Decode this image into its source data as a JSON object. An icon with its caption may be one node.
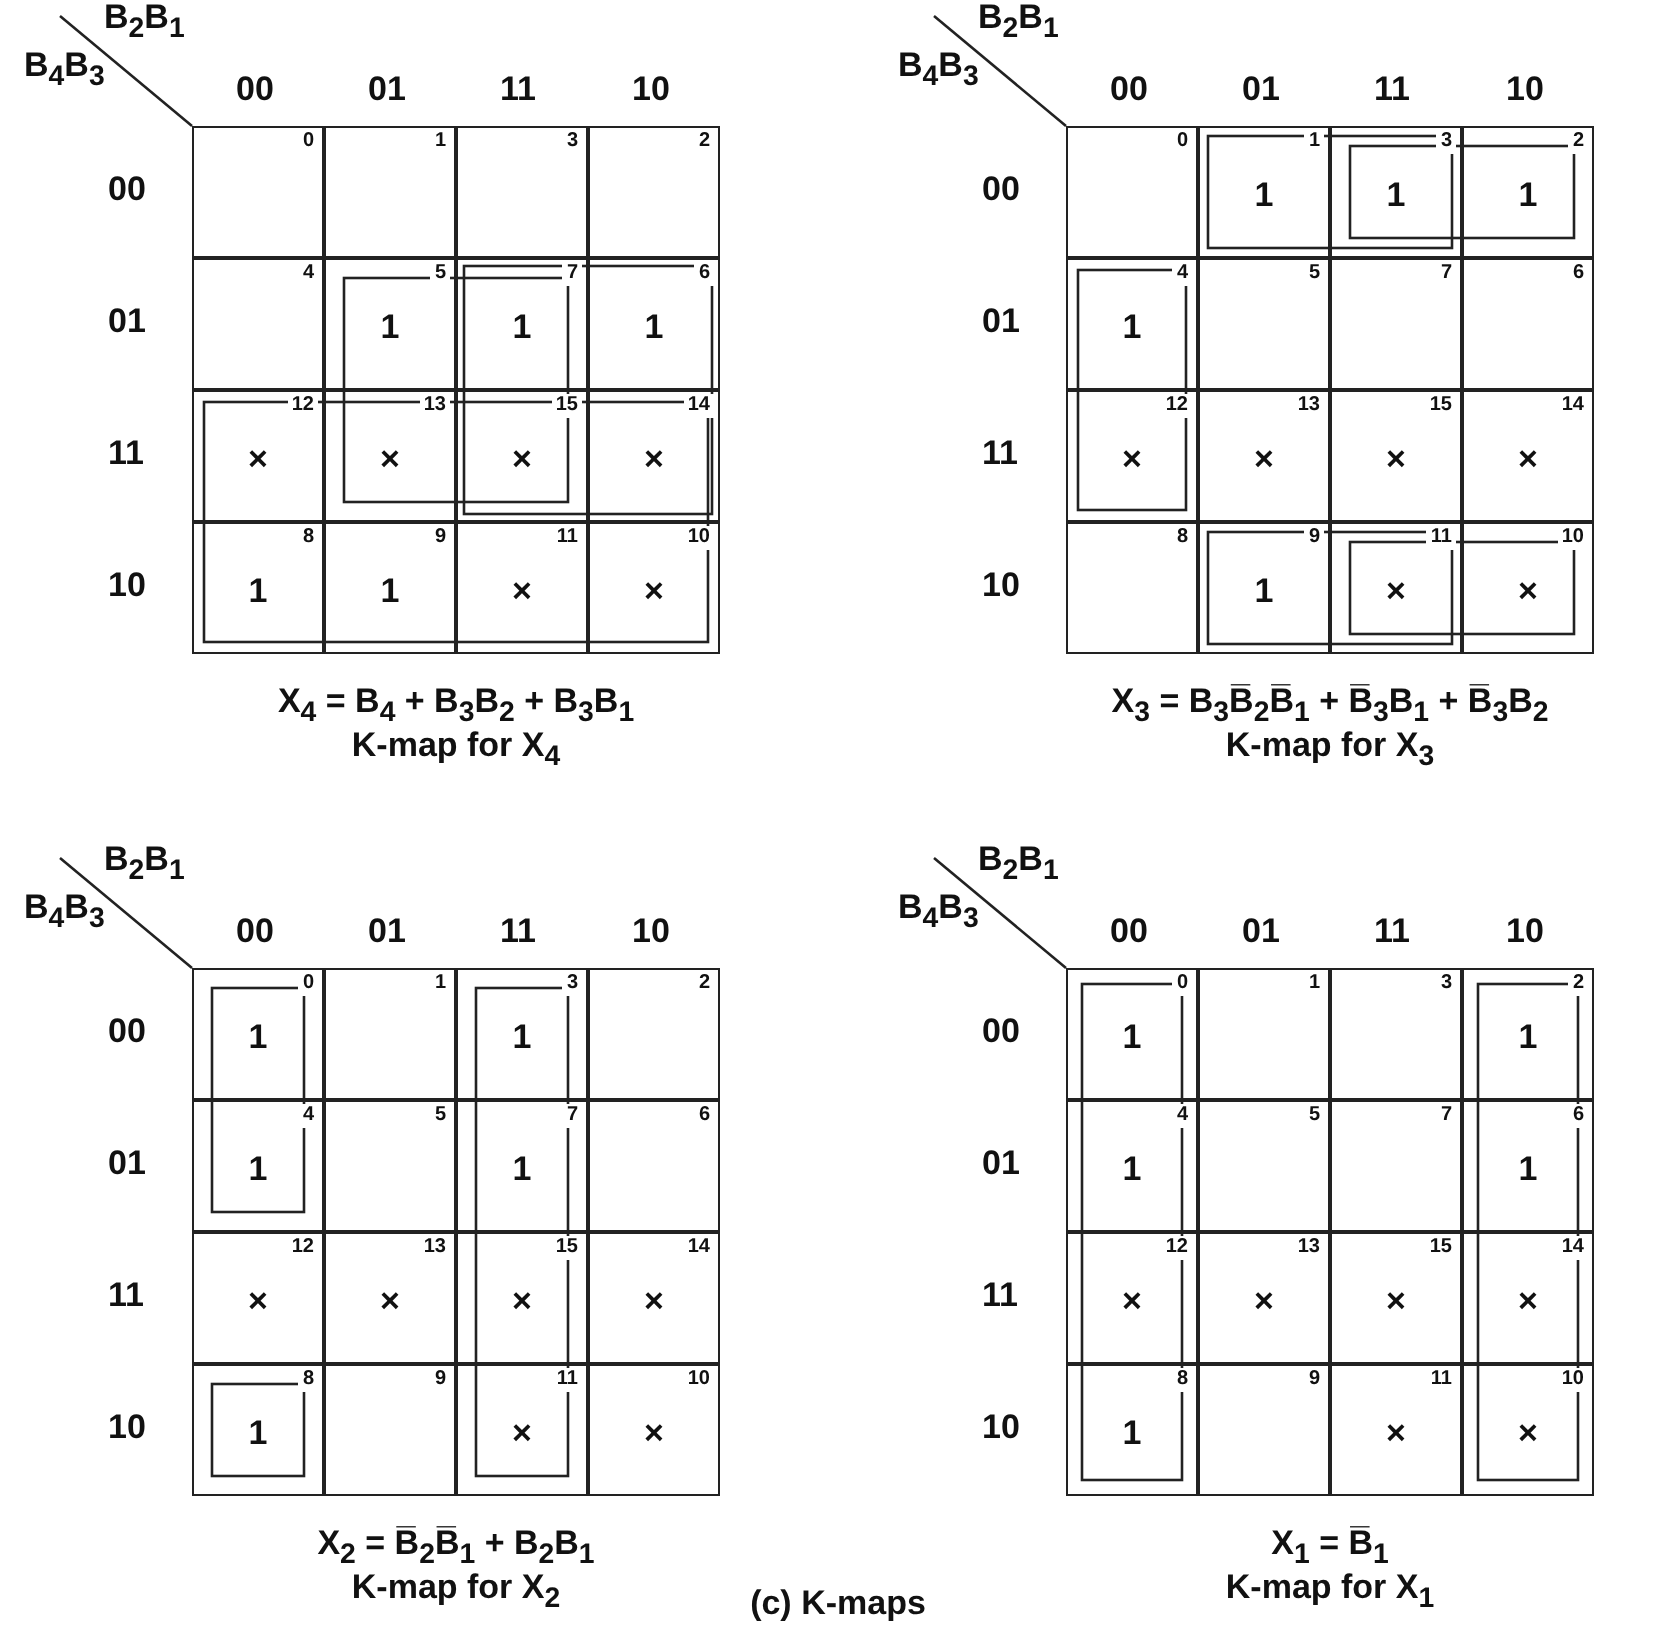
{
  "diagram": {
    "caption": "(c) K-maps",
    "labels": [
      "B$_{2}$B$_{1}$",
      "B$_{4}$B$_{3}$",
      "00",
      "01",
      "11",
      "10",
      "00",
      "0",
      "1",
      "3",
      "2",
      "01",
      "4",
      "5",
      "1",
      "7",
      "1",
      "6",
      "1",
      "11",
      "12",
      "×",
      "13",
      "×",
      "15",
      "×",
      "14",
      "×",
      "10",
      "8",
      "1",
      "9",
      "1",
      "11",
      "×",
      "10",
      "×",
      "X$_{4}$ = B$_{4}$ + B$_{3}$B$_{2}$ + B$_{3}$B$_{1}$",
      "K-map for X$_{4}$",
      "B$_{2}$B$_{1}$",
      "B$_{4}$B$_{3}$",
      "00",
      "01",
      "11",
      "10",
      "00",
      "0",
      "1",
      "1",
      "3",
      "1",
      "2",
      "1",
      "01",
      "4",
      "1",
      "5",
      "7",
      "6",
      "11",
      "12",
      "×",
      "13",
      "×",
      "15",
      "×",
      "14",
      "×",
      "10",
      "8",
      "9",
      "1",
      "11",
      "×",
      "10",
      "×",
      "X$_{3}$ = B$_{3}$B̅$_{2}$B̅$_{1}$ + B̅$_{3}$B$_{1}$ + B̅$_{3}$B$_{2}$",
      "K-map for X$_{3}$",
      "B$_{2}$B$_{1}$",
      "B$_{4}$B$_{3}$",
      "00",
      "01",
      "11",
      "10",
      "00",
      "0",
      "1",
      "1",
      "3",
      "1",
      "2",
      "01",
      "4",
      "1",
      "5",
      "7",
      "1",
      "6",
      "11",
      "12",
      "×",
      "13",
      "×",
      "15",
      "×",
      "14",
      "×",
      "10",
      "8",
      "1",
      "9",
      "11",
      "×",
      "10",
      "×",
      "X$_{2}$ = B̅$_{2}$B̅$_{1}$ + B$_{2}$B$_{1}$",
      "K-map for X$_{2}$",
      "B$_{2}$B$_{1}$",
      "B$_{4}$B$_{3}$",
      "00",
      "01",
      "11",
      "10",
      "00",
      "0",
      "1",
      "1",
      "3",
      "2",
      "1",
      "01",
      "4",
      "1",
      "5",
      "7",
      "6",
      "1",
      "11",
      "12",
      "×",
      "13",
      "×",
      "15",
      "×",
      "14",
      "×",
      "10",
      "8",
      "1",
      "9",
      "11",
      "×",
      "10",
      "×",
      "X$_{1}$ = B̅$_{1}$",
      "K-map for X$_{1}$"
    ]
  }
}
